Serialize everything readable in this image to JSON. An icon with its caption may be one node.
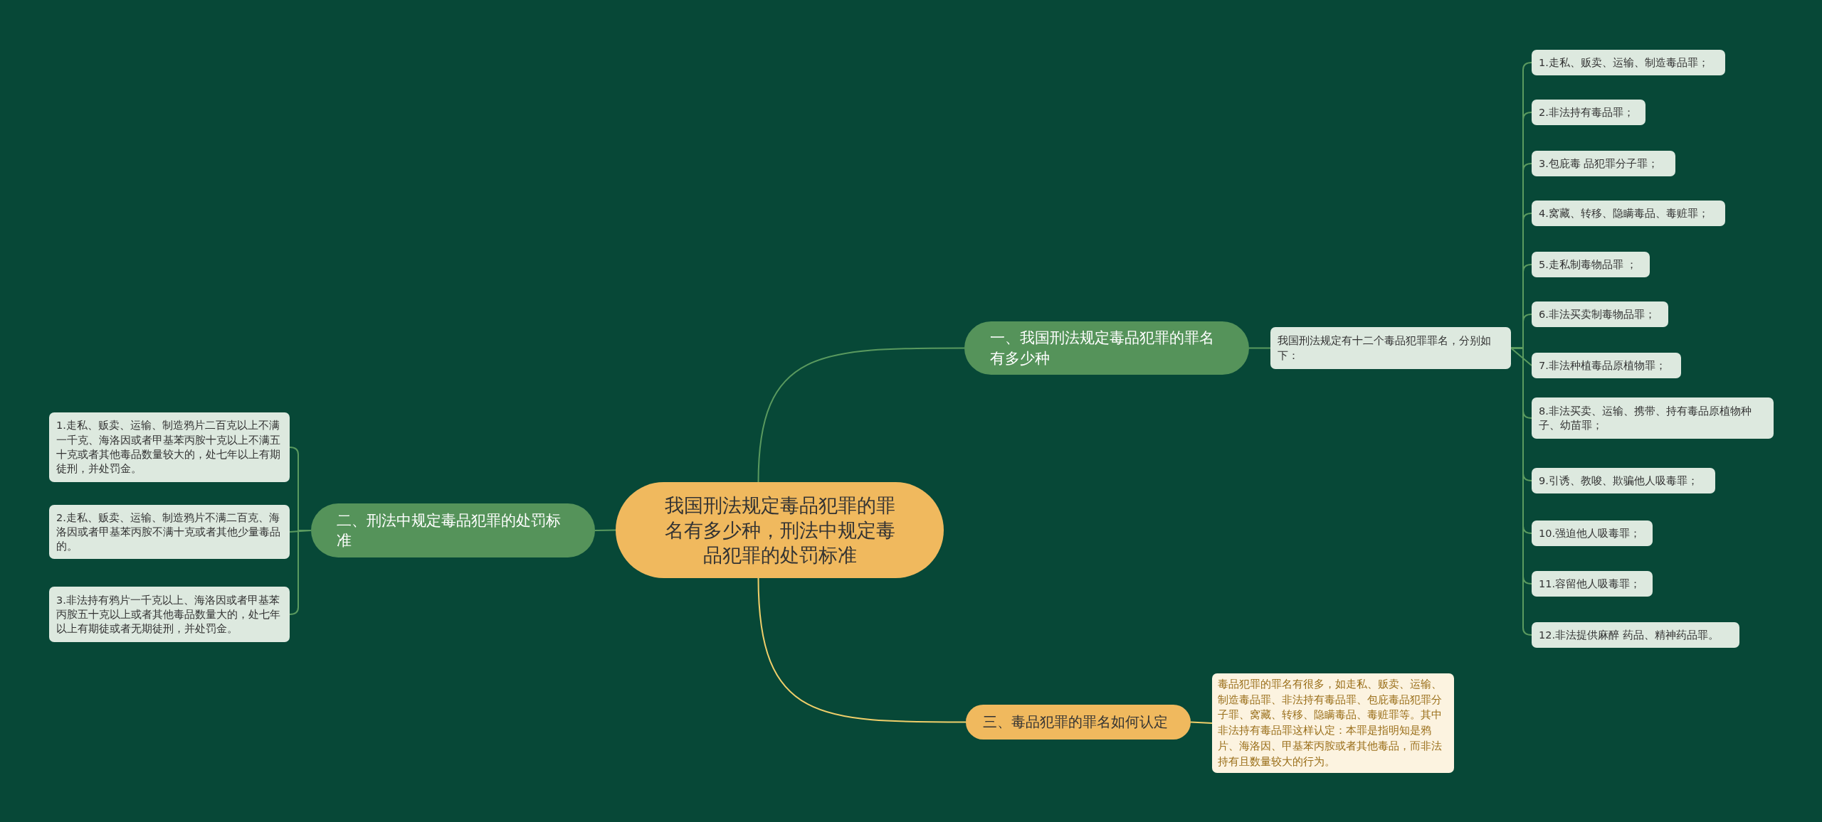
{
  "diagram": {
    "nodes": [
      {
        "text": [
          "我国刑法规定毒品犯罪的罪名有多少种，刑法中规定毒品犯罪的处罚标准"
        ]
      },
      {
        "text": [
          "一、我国刑法规定毒品犯罪的罪名有多少种"
        ]
      },
      {
        "text": [
          "我国刑法规定有十二个毒品犯罪罪名，分别如下："
        ]
      },
      {
        "text": [
          "1.走私、贩卖、运输、制造毒品罪；"
        ]
      },
      {
        "text": [
          "2.非法持有毒品罪；"
        ]
      },
      {
        "text": [
          "3.包庇毒  品犯罪分子罪；"
        ]
      },
      {
        "text": [
          "4.窝藏、转移、隐瞒毒品、毒赃罪；"
        ]
      },
      {
        "text": [
          "5.走私制毒物品罪 ；"
        ]
      },
      {
        "text": [
          "6.非法买卖制毒物品罪；"
        ]
      },
      {
        "text": [
          "7.非法种植毒品原植物罪；"
        ]
      },
      {
        "text": [
          "8.非法买卖、运输、携带、持有毒品原植物种子、幼苗罪；"
        ]
      },
      {
        "text": [
          "9.引诱、教唆、欺骗他人吸毒罪；"
        ]
      },
      {
        "text": [
          "10.强迫他人吸毒罪；"
        ]
      },
      {
        "text": [
          "11.容留他人吸毒罪；"
        ]
      },
      {
        "text": [
          "12.非法提供麻醉  药品、精神药品罪。"
        ]
      },
      {
        "text": [
          "二、刑法中规定毒品犯罪的处罚标准"
        ]
      },
      {
        "text": [
          "1.走私、贩卖、运输、制造鸦片二百克以上不满一千克、海洛因或者甲基苯丙胺十克以上不满五十克或者其他毒品数量较大的，处七年以上有期徒刑，并处罚金。"
        ]
      },
      {
        "text": [
          "2.走私、贩卖、运输、制造鸦片不满二百克、海洛因或者甲基苯丙胺不满十克或者其他少量毒品的。"
        ]
      },
      {
        "text": [
          "3.非法持有鸦片一千克以上、海洛因或者甲基苯丙胺五十克以上或者其他毒品数量大的，处七年以上有期徒或者无期徒刑，并处罚金。"
        ]
      },
      {
        "text": [
          "三、毒品犯罪的罪名如何认定"
        ]
      },
      {
        "text": [
          "毒品犯罪的罪名有很多，如走私、贩卖、运输、制造毒品罪、非法持有毒品罪、包庇毒品犯罪分子罪、窝藏、转移、隐瞒毒品、毒赃罪等。其中非法持有毒品罪这样认定：本罪是指明知是鸦片、海洛因、甲基苯丙胺或者其他毒品，而非法持有且数量较大的行为。"
        ]
      }
    ],
    "edges": [
      {
        "from": 0,
        "to": 1,
        "arrow": "none"
      },
      {
        "from": 1,
        "to": 2,
        "arrow": "none"
      },
      {
        "from": 2,
        "to": 3,
        "arrow": "none"
      },
      {
        "from": 2,
        "to": 4,
        "arrow": "none"
      },
      {
        "from": 2,
        "to": 5,
        "arrow": "none"
      },
      {
        "from": 2,
        "to": 6,
        "arrow": "none"
      },
      {
        "from": 2,
        "to": 7,
        "arrow": "none"
      },
      {
        "from": 2,
        "to": 8,
        "arrow": "none"
      },
      {
        "from": 2,
        "to": 9,
        "arrow": "none"
      },
      {
        "from": 2,
        "to": 10,
        "arrow": "none"
      },
      {
        "from": 2,
        "to": 11,
        "arrow": "none"
      },
      {
        "from": 2,
        "to": 12,
        "arrow": "none"
      },
      {
        "from": 2,
        "to": 13,
        "arrow": "none"
      },
      {
        "from": 2,
        "to": 14,
        "arrow": "none"
      },
      {
        "from": 0,
        "to": 15,
        "arrow": "none"
      },
      {
        "from": 15,
        "to": 16,
        "arrow": "none"
      },
      {
        "from": 15,
        "to": 17,
        "arrow": "none"
      },
      {
        "from": 15,
        "to": 18,
        "arrow": "none"
      },
      {
        "from": 0,
        "to": 19,
        "arrow": "none",
        "color": "#f0cf6a"
      },
      {
        "from": 19,
        "to": 20,
        "arrow": "none",
        "color": "#f0cf6a"
      }
    ]
  }
}
